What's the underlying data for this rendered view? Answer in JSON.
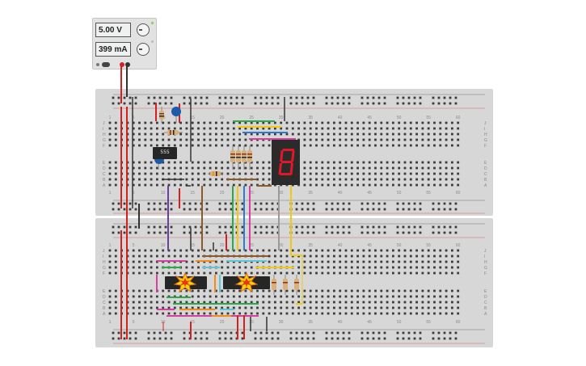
{
  "power_supply": {
    "voltage": "5.00 V",
    "current": "399 mA",
    "led_colors": [
      "#7fd14a",
      "#bbbbbb",
      "#bbbbbb"
    ],
    "terminal_positive_color": "#d32020",
    "terminal_negative_color": "#333333"
  },
  "breadboards": {
    "column_labels": [
      "1",
      "5",
      "10",
      "15",
      "20",
      "25",
      "30",
      "35",
      "40",
      "45",
      "50",
      "55",
      "60"
    ],
    "row_labels_top": [
      "J",
      "I",
      "H",
      "G",
      "F"
    ],
    "row_labels_bottom": [
      "E",
      "D",
      "C",
      "B",
      "A"
    ],
    "rail_colors": {
      "positive": "#d32020",
      "negative": "#333333"
    }
  },
  "components": {
    "timer_chip_label": "555",
    "seven_segment_digit": "8",
    "seven_segment_color": "#e0192a",
    "capacitor_color": "#1d5aa8",
    "burnt_chip_count": "2",
    "wire_colors": [
      "#d32020",
      "#333333",
      "#6b3fa0",
      "#8b5a2b",
      "#2ba84a",
      "#f2c811",
      "#2e79d1",
      "#d6409f",
      "#f08c1a",
      "#9a9a9a",
      "#5fc6d8"
    ]
  }
}
